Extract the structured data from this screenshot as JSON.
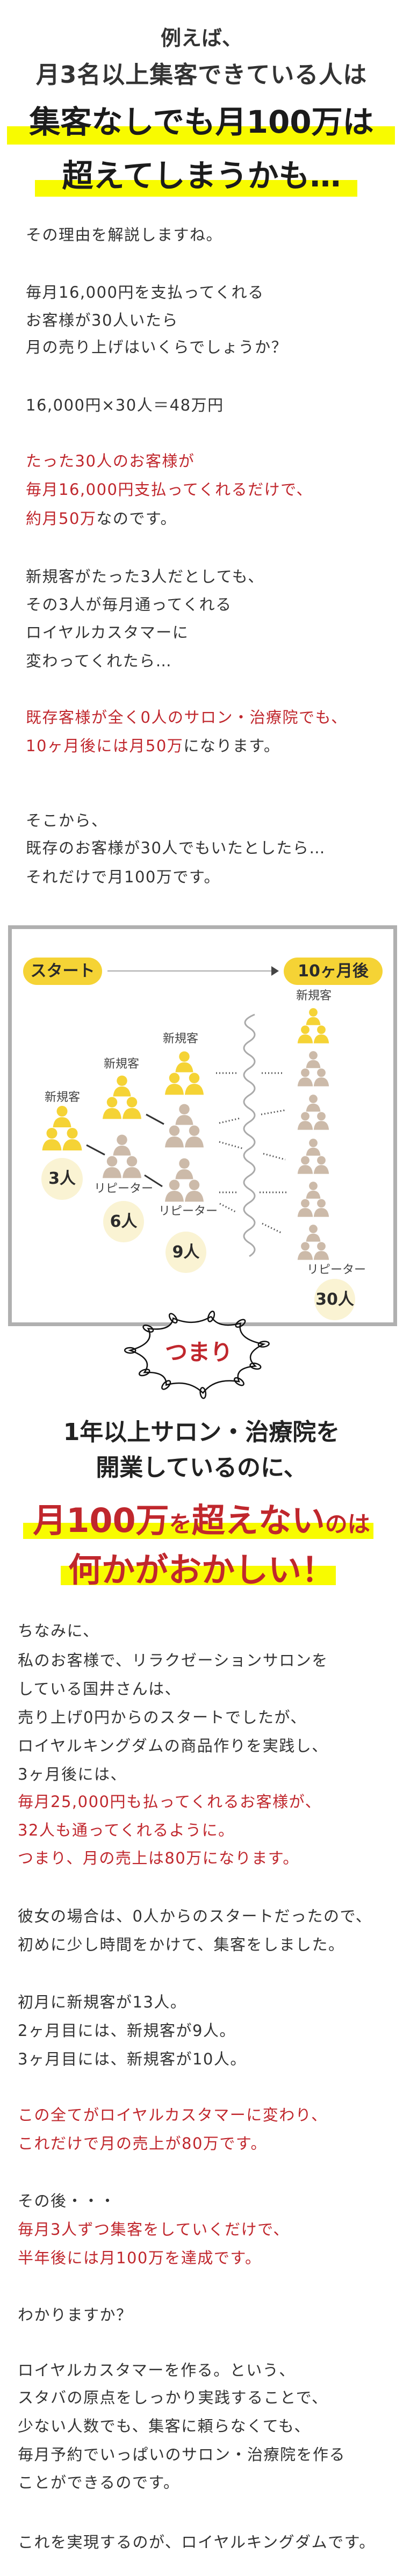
{
  "header": {
    "line1": "例えば、",
    "line2": "月3名以上集客できている人は",
    "line3": "集客なしでも月100万は",
    "line4": "超えてしまうかも…"
  },
  "section1": [
    [
      {
        "text": "その理由を解説しますね。",
        "red": false
      }
    ],
    [
      {
        "text": "毎月16,000円を支払ってくれる",
        "red": false
      }
    ],
    [
      {
        "text": "お客様が30人いたら",
        "red": false
      }
    ],
    [
      {
        "text": "月の売り上げはいくらでしょうか？",
        "red": false
      }
    ],
    [
      {
        "text": "16,000円×30人＝48万円",
        "red": false
      }
    ],
    [
      {
        "text": "たった30人のお客様が",
        "red": true
      }
    ],
    [
      {
        "text": "毎月16,000円支払ってくれるだけで、",
        "red": true
      }
    ],
    [
      {
        "text": "約月50万",
        "red": true
      },
      {
        "text": "なのです。",
        "red": false
      }
    ],
    [
      {
        "text": "新規客がたった3人だとしても、",
        "red": false
      }
    ],
    [
      {
        "text": "その3人が毎月通ってくれる",
        "red": false
      }
    ],
    [
      {
        "text": "ロイヤルカスタマーに",
        "red": false
      }
    ],
    [
      {
        "text": "変わってくれたら…",
        "red": false
      }
    ],
    [
      {
        "text": "既存客様が全く0人のサロン・治療院でも、",
        "red": true
      }
    ],
    [
      {
        "text": "10ヶ月後には月50万",
        "red": true
      },
      {
        "text": "になります。",
        "red": false
      }
    ],
    [
      {
        "text": "そこから、",
        "red": false
      }
    ],
    [
      {
        "text": "既存のお客様が30人でもいたとしたら…",
        "red": false
      }
    ],
    [
      {
        "text": "それだけで月100万です。",
        "red": false
      }
    ]
  ],
  "diagram": {
    "start_label": "スタート",
    "end_label": "10ヶ月後",
    "new_customer_label": "新規客",
    "repeater_label": "リピーター",
    "counts": [
      "3人",
      "6人",
      "9人",
      "30人"
    ],
    "colors": {
      "new_customer": "#f5d335",
      "repeater": "#ccbaa9",
      "count_bg": "#faf3d3",
      "border": "#b0b0b0"
    }
  },
  "tsumari": "つまり",
  "heading2": {
    "line1": "1年以上サロン・治療院を",
    "line2": "開業しているのに、",
    "line3_a": "月100万",
    "line3_b": "を",
    "line3_c": "超えない",
    "line3_d": "のは",
    "line4": "何かがおかしい！"
  },
  "section2": [
    [
      {
        "text": "ちなみに、",
        "red": false
      }
    ],
    [
      {
        "text": "私のお客様で、リラクゼーションサロンを",
        "red": false
      }
    ],
    [
      {
        "text": "している国井さんは、",
        "red": false
      }
    ],
    [
      {
        "text": "売り上げ0円からのスタートでしたが、",
        "red": false
      }
    ],
    [
      {
        "text": "ロイヤルキングダムの商品作りを実践し、",
        "red": false
      }
    ],
    [
      {
        "text": "3ヶ月後には、",
        "red": false
      }
    ],
    [
      {
        "text": "毎月25,000円も払ってくれるお客様が、",
        "red": true
      }
    ],
    [
      {
        "text": "32人も通ってくれるように。",
        "red": true
      }
    ],
    [
      {
        "text": "つまり、月の売上は80万になります。",
        "red": true
      }
    ],
    [
      {
        "text": "彼女の場合は、0人からのスタートだったので、",
        "red": false
      }
    ],
    [
      {
        "text": "初めに少し時間をかけて、集客をしました。",
        "red": false
      }
    ],
    [
      {
        "text": "初月に新規客が13人。",
        "red": false
      }
    ],
    [
      {
        "text": "2ヶ月目には、新規客が9人。",
        "red": false
      }
    ],
    [
      {
        "text": "3ヶ月目には、新規客が10人。",
        "red": false
      }
    ],
    [
      {
        "text": "この全てがロイヤルカスタマーに変わり、",
        "red": true
      }
    ],
    [
      {
        "text": "これだけで月の売上が80万です。",
        "red": true
      }
    ],
    [
      {
        "text": "その後・・・",
        "red": false
      }
    ],
    [
      {
        "text": "毎月3人ずつ集客をしていくだけで、",
        "red": true
      }
    ],
    [
      {
        "text": "半年後には月100万を達成です。",
        "red": true
      }
    ],
    [
      {
        "text": "わかりますか？",
        "red": false
      }
    ],
    [
      {
        "text": "ロイヤルカスタマーを作る。という、",
        "red": false
      }
    ],
    [
      {
        "text": "スタバの原点をしっかり実践することで、",
        "red": false
      }
    ],
    [
      {
        "text": "少ない人数でも、集客に頼らなくても、",
        "red": false
      }
    ],
    [
      {
        "text": "毎月予約でいっぱいのサロン・治療院を作る",
        "red": false
      }
    ],
    [
      {
        "text": "ことができるのです。",
        "red": false
      }
    ],
    [
      {
        "text": "これを実現するのが、ロイヤルキングダムです。",
        "red": false
      }
    ]
  ]
}
